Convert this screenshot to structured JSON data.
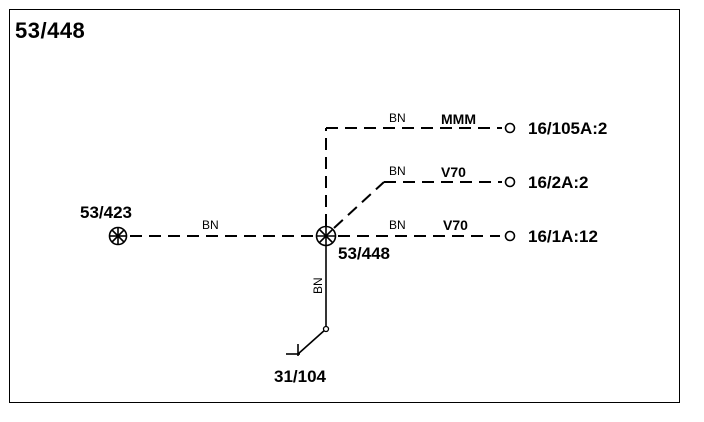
{
  "diagram": {
    "title": "53/448",
    "center_splice": "53/448",
    "left_splice": "53/423",
    "ground": "31/104",
    "wire_color": "BN",
    "branches": [
      {
        "terminal": "16/105A:2",
        "wire": "BN",
        "variant": "MMM"
      },
      {
        "terminal": "16/2A:2",
        "wire": "BN",
        "variant": "V70"
      },
      {
        "terminal": "16/1A:12",
        "wire": "BN",
        "variant": "V70"
      }
    ],
    "left_wire": "BN",
    "down_wire": "BN",
    "colors": {
      "line": "#000000",
      "background": "#ffffff"
    }
  }
}
